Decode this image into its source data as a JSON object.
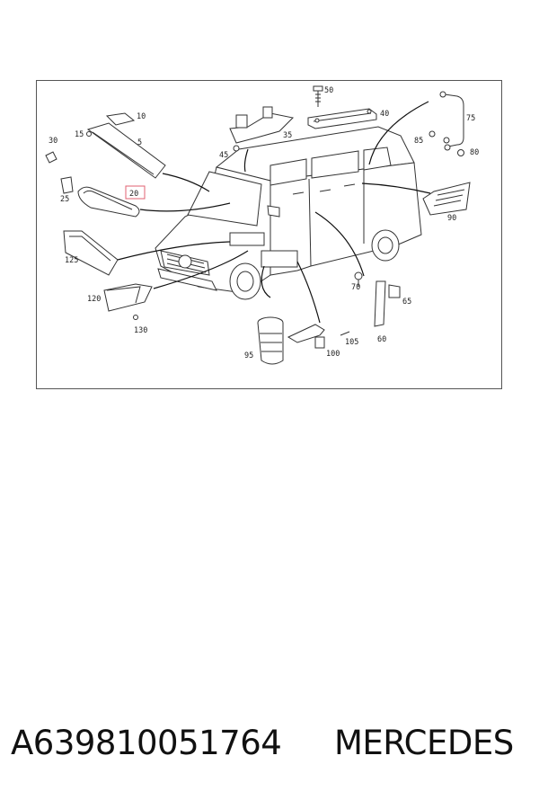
{
  "diagram": {
    "callouts": [
      {
        "id": "c5",
        "text": "5"
      },
      {
        "id": "c10",
        "text": "10"
      },
      {
        "id": "c15",
        "text": "15"
      },
      {
        "id": "c20",
        "text": "20",
        "highlighted": true
      },
      {
        "id": "c25",
        "text": "25"
      },
      {
        "id": "c30",
        "text": "30"
      },
      {
        "id": "c35",
        "text": "35"
      },
      {
        "id": "c40",
        "text": "40"
      },
      {
        "id": "c45",
        "text": "45"
      },
      {
        "id": "c50",
        "text": "50"
      },
      {
        "id": "c60",
        "text": "60"
      },
      {
        "id": "c65",
        "text": "65"
      },
      {
        "id": "c70",
        "text": "70"
      },
      {
        "id": "c75",
        "text": "75"
      },
      {
        "id": "c80",
        "text": "80"
      },
      {
        "id": "c85",
        "text": "85"
      },
      {
        "id": "c90",
        "text": "90"
      },
      {
        "id": "c95",
        "text": "95"
      },
      {
        "id": "c100",
        "text": "100"
      },
      {
        "id": "c105",
        "text": "105"
      },
      {
        "id": "c120",
        "text": "120"
      },
      {
        "id": "c125",
        "text": "125"
      },
      {
        "id": "c130",
        "text": "130"
      }
    ],
    "highlight_color": "#e06070"
  },
  "footer": {
    "part_number": "A639810051764",
    "brand": "MERCEDES"
  }
}
